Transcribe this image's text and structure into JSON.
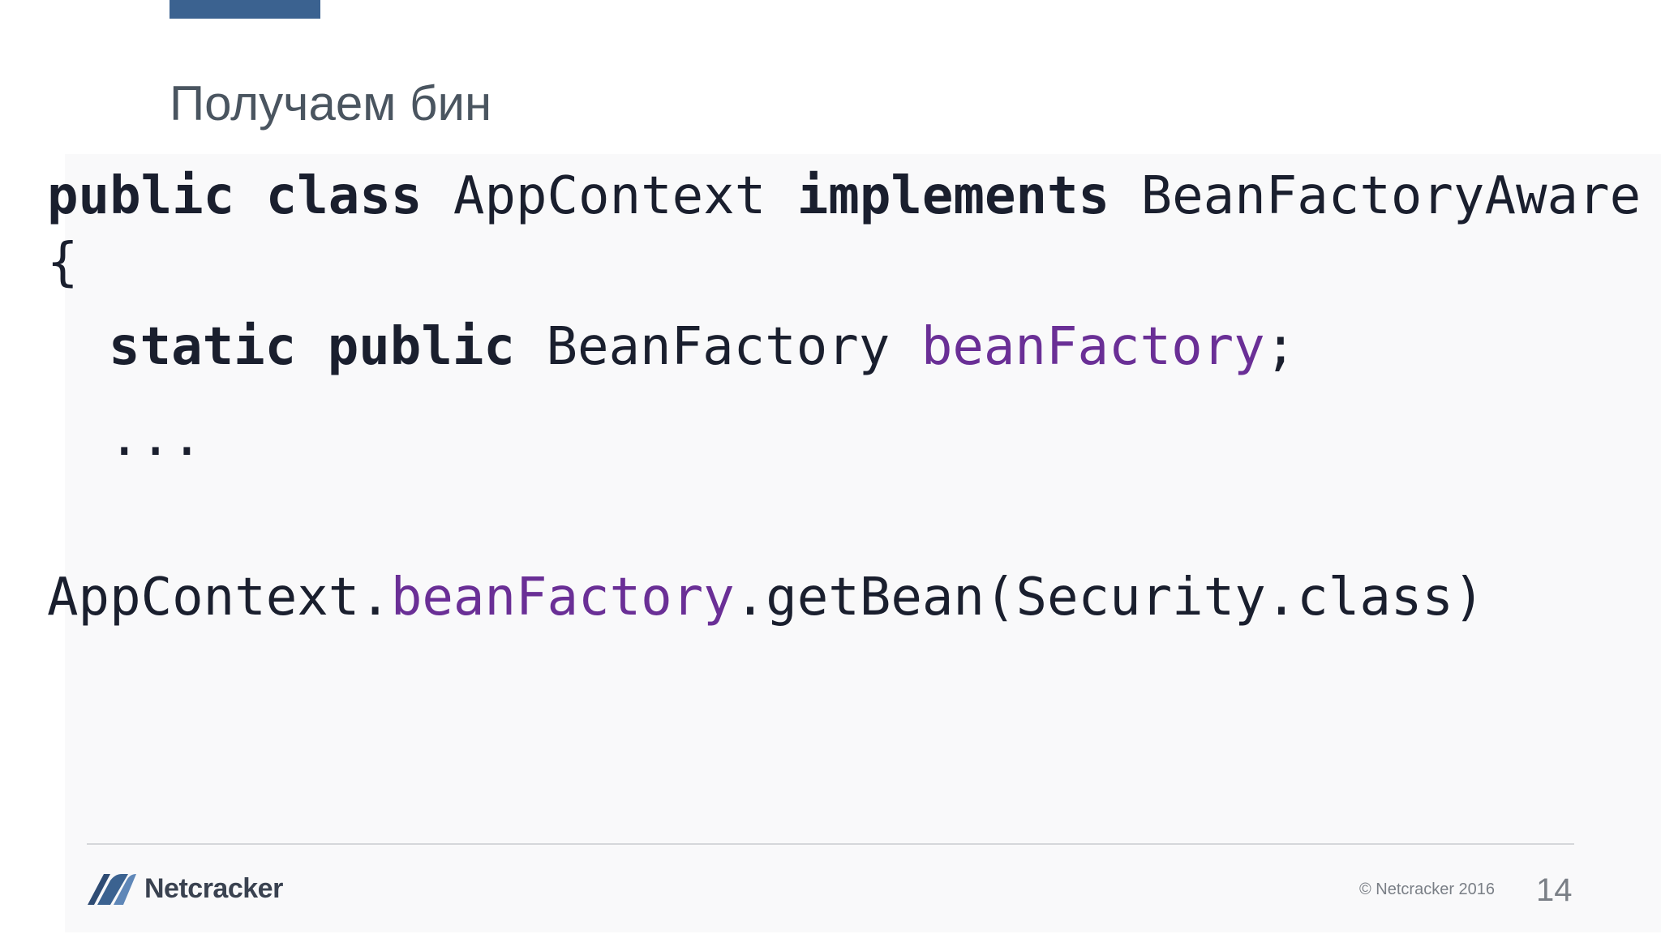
{
  "slide": {
    "title": "Получаем бин",
    "page_number": "14",
    "copyright": "© Netcracker 2016",
    "accent_color": "#3b6290"
  },
  "code": {
    "line1": {
      "kw_public": "public",
      "kw_class": "class",
      "class_name": "AppContext",
      "kw_implements": "implements",
      "interface_name": "BeanFactoryAware"
    },
    "line2": {
      "brace": "{"
    },
    "line3": {
      "kw_static": "static",
      "kw_public": "public",
      "type_name": "BeanFactory",
      "field_name": "beanFactory",
      "semicolon": ";"
    },
    "line4": {
      "ellipsis": "..."
    },
    "line5": {
      "receiver": "AppContext.",
      "field_name": "beanFactory",
      "call": ".getBean(Security.class)"
    },
    "colors": {
      "text": "#1a1f2e",
      "field": "#6a2f96"
    }
  },
  "footer": {
    "logo_text": "Netcracker",
    "logo_icon": "netcracker-logo-icon"
  }
}
